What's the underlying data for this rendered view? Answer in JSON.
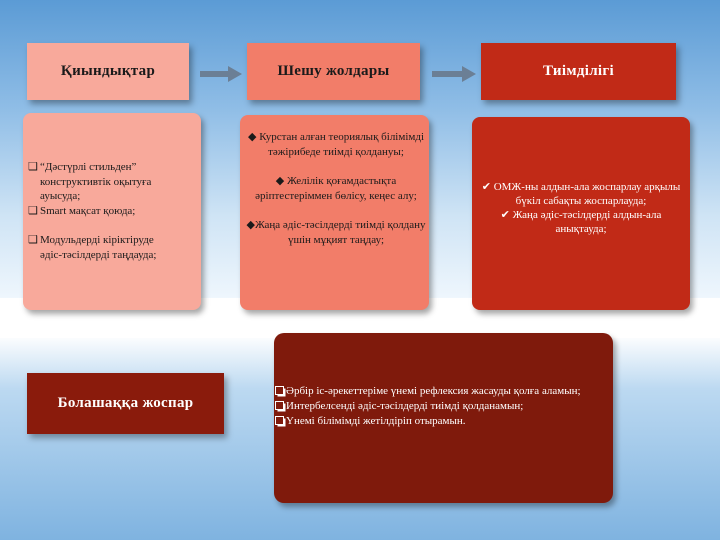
{
  "headers": {
    "difficulties": "Қиындықтар",
    "solutions": "Шешу жолдары",
    "effectiveness": "Тиімділігі",
    "future_plan": "Болашаққа жоспар"
  },
  "difficulties": {
    "items": [
      "“Дәстүрлі стильден” конструктивтік оқытуға ауысуда;",
      "Smart мақсат қоюда;",
      "Модульдерді кіріктіруде әдіс-тәсілдерді таңдауда;"
    ],
    "bullet": "❑"
  },
  "solutions": {
    "items": [
      "Курстан алған теориялық білімімді тәжірибеде тиімді қолдануы;",
      "Желілік қоғамдастықта әріптестеріммен бөлісу, кеңес алу;",
      "Жаңа әдіс-тәсілдерді тиімді қолдану үшін мұқият таңдау;"
    ],
    "bullet": "◆"
  },
  "effectiveness": {
    "items": [
      "ОМЖ-ны алдын-ала жоспарлау арқылы бүкіл сабақты жоспарлауда;",
      "Жаңа әдіс-тәсілдерді алдын-ала анықтауда;"
    ],
    "bullet": "✔"
  },
  "future_plan": {
    "items": [
      "Әрбір іс-әрекеттеріме үнемі рефлексия жасауды қолға аламын;",
      "Интербелсенді әдіс-тәсілдерді тиімді қолданамын;",
      "Үнемі білімімді жетілдіріп отырамын."
    ]
  },
  "colors": {
    "pink": "#f8a99b",
    "salmon": "#f27d69",
    "red": "#c12a17",
    "dark_red": "#8a1b0c",
    "arrow": "#6b7f95"
  }
}
